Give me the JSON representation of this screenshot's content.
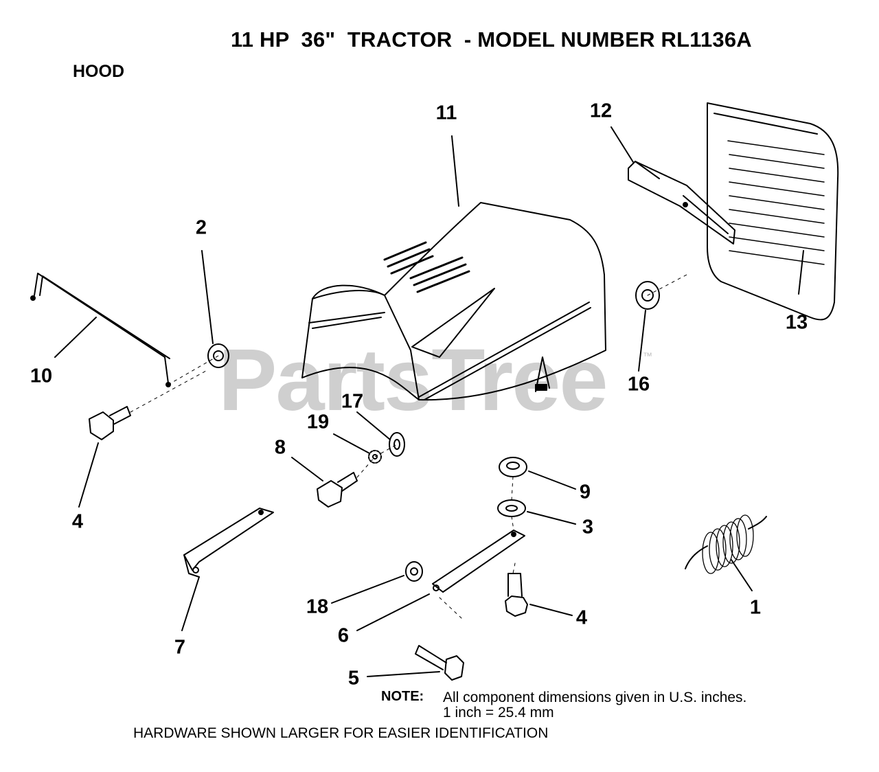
{
  "title": "11 HP  36\"  TRACTOR  - MODEL NUMBER RL1136A",
  "section": "HOOD",
  "watermark": "PartsTree",
  "watermark_mark": "™",
  "note_label": "NOTE:",
  "note_lines": [
    "All component dimensions given in U.S. inches.",
    "1 inch = 25.4 mm"
  ],
  "hardware_note": "HARDWARE SHOWN LARGER FOR EASIER IDENTIFICATION",
  "callouts": {
    "c11": "11",
    "c12": "12",
    "c13": "13",
    "c2": "2",
    "c10": "10",
    "c16": "16",
    "c17": "17",
    "c19": "19",
    "c8": "8",
    "c4a": "4",
    "c9": "9",
    "c3": "3",
    "c18": "18",
    "c6": "6",
    "c4b": "4",
    "c7": "7",
    "c1": "1",
    "c5": "5"
  },
  "colors": {
    "ink": "#000000",
    "watermark": "#cfcfcf"
  }
}
